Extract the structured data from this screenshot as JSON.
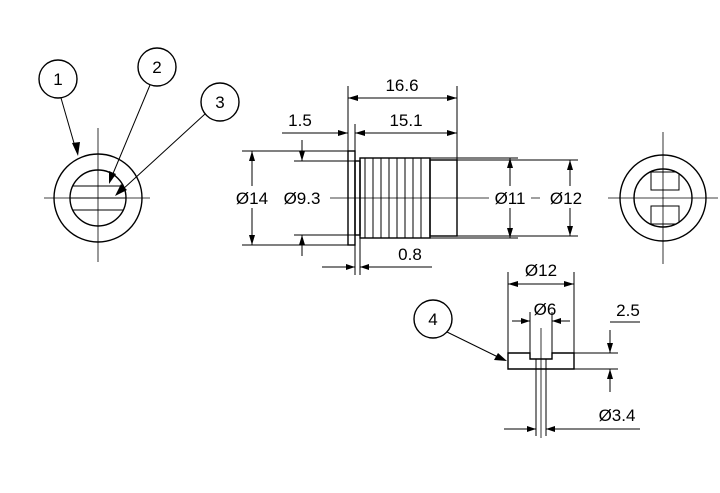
{
  "drawing": {
    "balloons": [
      "1",
      "2",
      "3",
      "4"
    ],
    "dimensions": {
      "overall_length": "16.6",
      "thread_length": "15.1",
      "flange_thickness": "1.5",
      "undercut_width": "0.8",
      "flange_diameter": "Ø14",
      "bore_diameter": "Ø9.3",
      "thread_diameter": "Ø11",
      "body_diameter": "Ø12",
      "washer_outer_diameter": "Ø12",
      "washer_counterbore_diameter": "Ø6",
      "washer_thickness": "2.5",
      "washer_hole_diameter": "Ø3.4"
    }
  }
}
